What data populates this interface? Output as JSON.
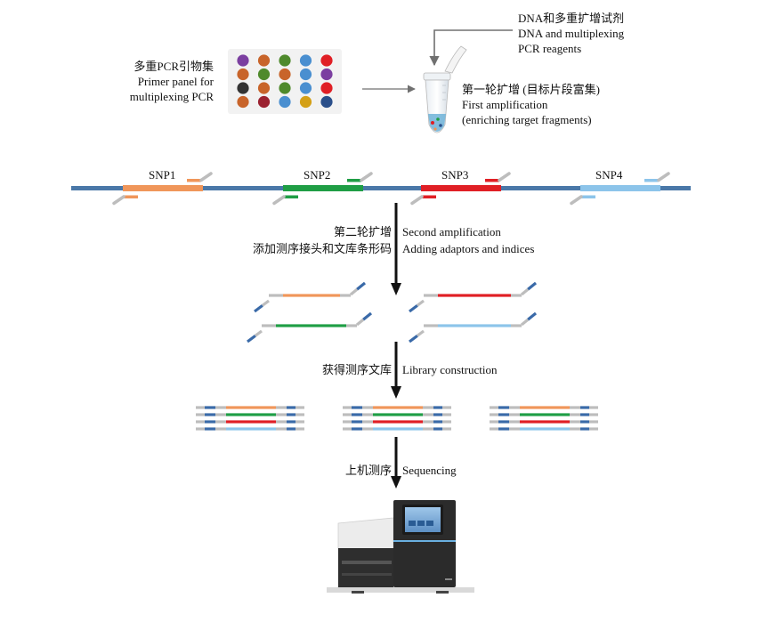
{
  "primer_panel": {
    "label_cn": "多重PCR引物集",
    "label_en_1": "Primer panel for",
    "label_en_2": "multiplexing PCR",
    "dot_colors": [
      [
        "#7b3fa0",
        "#c8642a",
        "#4f8a2c",
        "#4a8fd0",
        "#e01f25"
      ],
      [
        "#c8642a",
        "#4f8a2c",
        "#c8642a",
        "#4a8fd0",
        "#7b3fa0"
      ],
      [
        "#333333",
        "#c8642a",
        "#4f8a2c",
        "#4a8fd0",
        "#e01f25"
      ],
      [
        "#c8642a",
        "#9b2230",
        "#4a8fd0",
        "#d4a017",
        "#2a4f8a"
      ]
    ]
  },
  "reagents": {
    "label_cn": "DNA和多重扩增试剂",
    "label_en_1": "DNA and multiplexing",
    "label_en_2": "PCR reagents"
  },
  "first_amplification": {
    "label_cn": "第一轮扩增 (目标片段富集)",
    "label_en_1": "First amplification",
    "label_en_2": "(enriching target fragments)"
  },
  "snps": [
    {
      "label": "SNP1",
      "color": "#f0965a"
    },
    {
      "label": "SNP2",
      "color": "#1f9e45"
    },
    {
      "label": "SNP3",
      "color": "#e01f25"
    },
    {
      "label": "SNP4",
      "color": "#8cc4ea"
    }
  ],
  "steps": {
    "second": {
      "label_cn_1": "第二轮扩增",
      "label_cn_2": "添加测序接头和文库条形码",
      "label_en_1": "Second amplification",
      "label_en_2": "Adding adaptors and indices"
    },
    "library": {
      "label_cn": "获得测序文库",
      "label_en": "Library construction"
    },
    "sequencing": {
      "label_cn": "上机测序",
      "label_en": "Sequencing"
    }
  },
  "colors": {
    "dna_strand": "#4a78a8",
    "adaptor_gray": "#bdbdbd",
    "index_blue": "#3a6aa8",
    "arrow": "#111111",
    "thin_arrow": "#707070"
  }
}
